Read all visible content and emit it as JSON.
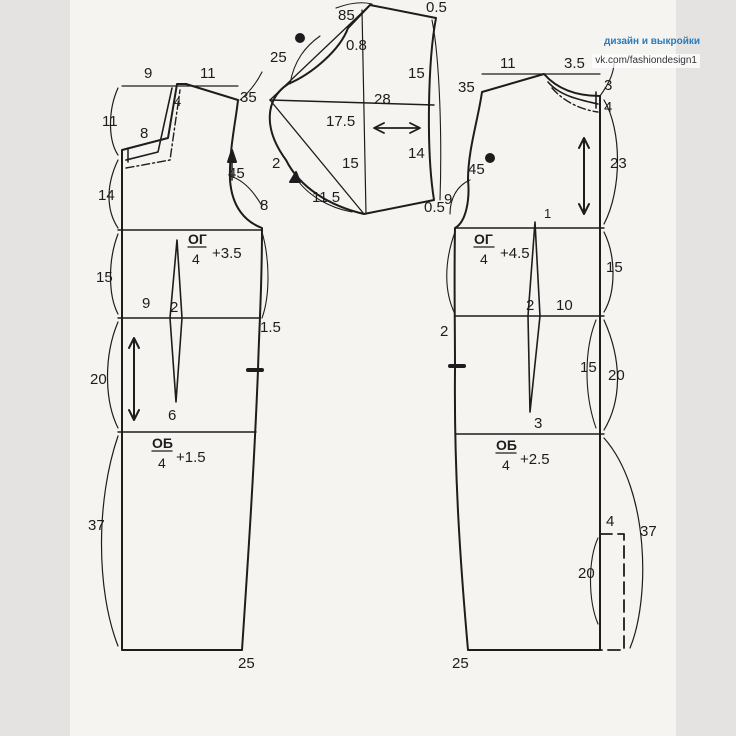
{
  "watermark": {
    "title": "дизайн и выкройки",
    "link": "vk.com/fashiondesign1"
  },
  "colors": {
    "paper": "#f5f4f1",
    "line": "#1d1d1d",
    "accent": "#2a7ab8",
    "frame": "#d8d7d4"
  },
  "sleeve": {
    "labels": [
      "85",
      "0.5",
      "0.8",
      "25",
      "15",
      "28",
      "17.5",
      "14",
      "2",
      "15",
      "11.5",
      "0.5"
    ]
  },
  "front": {
    "labels": [
      "9",
      "11",
      "4",
      "35",
      "11",
      "8",
      "14",
      "45",
      "8",
      "15",
      "9",
      "2",
      "1.5",
      "20",
      "6",
      "37",
      "25"
    ],
    "bust": {
      "abbr": "ОГ",
      "den": "4",
      "add": "+3.5"
    },
    "hip": {
      "abbr": "ОБ",
      "den": "4",
      "add": "+1.5"
    }
  },
  "back": {
    "labels": [
      "11",
      "3.5",
      "3",
      "35",
      "4",
      "23",
      "9",
      "45",
      "1",
      "15",
      "2",
      "2",
      "10",
      "15",
      "20",
      "3",
      "4",
      "37",
      "20",
      "25"
    ],
    "bust": {
      "abbr": "ОГ",
      "den": "4",
      "add": "+4.5"
    },
    "hip": {
      "abbr": "ОБ",
      "den": "4",
      "add": "+2.5"
    }
  }
}
